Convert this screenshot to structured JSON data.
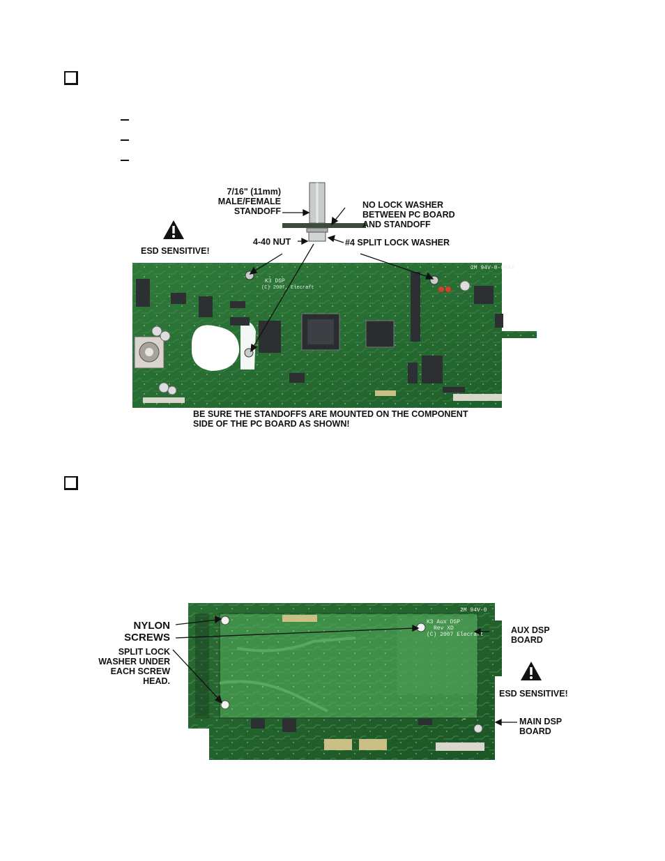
{
  "figure1": {
    "labels": {
      "standoff_size": "7/16\" (11mm)",
      "standoff_type": "MALE/FEMALE",
      "standoff_word": "STANDOFF",
      "no_lock_1": "NO LOCK WASHER",
      "no_lock_2": "BETWEEN PC BOARD",
      "no_lock_3": "AND STANDOFF",
      "nut": "4-40 NUT",
      "split_lock": "#4 SPLIT LOCK WASHER",
      "esd": "ESD SENSITIVE!",
      "note_1": "BE SURE THE STANDOFFS ARE MOUNTED ON THE COMPONENT",
      "note_2": "SIDE OF THE PC BOARD AS SHOWN!"
    },
    "silkscreen": {
      "board_name": "K3 DSP",
      "copyright": "(C) 2007,  Elecraft",
      "rating": "2M  94V-0-0943"
    }
  },
  "figure2": {
    "labels": {
      "nylon": "NYLON",
      "screws": "SCREWS",
      "split_1": "SPLIT LOCK",
      "split_2": "WASHER UNDER",
      "split_3": "EACH SCREW",
      "split_4": "HEAD.",
      "aux_1": "AUX DSP",
      "aux_2": "BOARD",
      "esd": "ESD SENSITIVE!",
      "main_1": "MAIN DSP",
      "main_2": "BOARD"
    },
    "silkscreen": {
      "aux_name": "K3 Aux DSP",
      "aux_rev": "Rev  XD",
      "aux_copy": "(C) 2007 Elecraft",
      "rating": "2M  94V-0"
    }
  },
  "colors": {
    "pcb_green": "#2f7a3a",
    "aux_green": "#3f8f49",
    "standoff_metal": "#c8cccc"
  },
  "icons": {
    "esd": "warning-triangle-icon"
  }
}
